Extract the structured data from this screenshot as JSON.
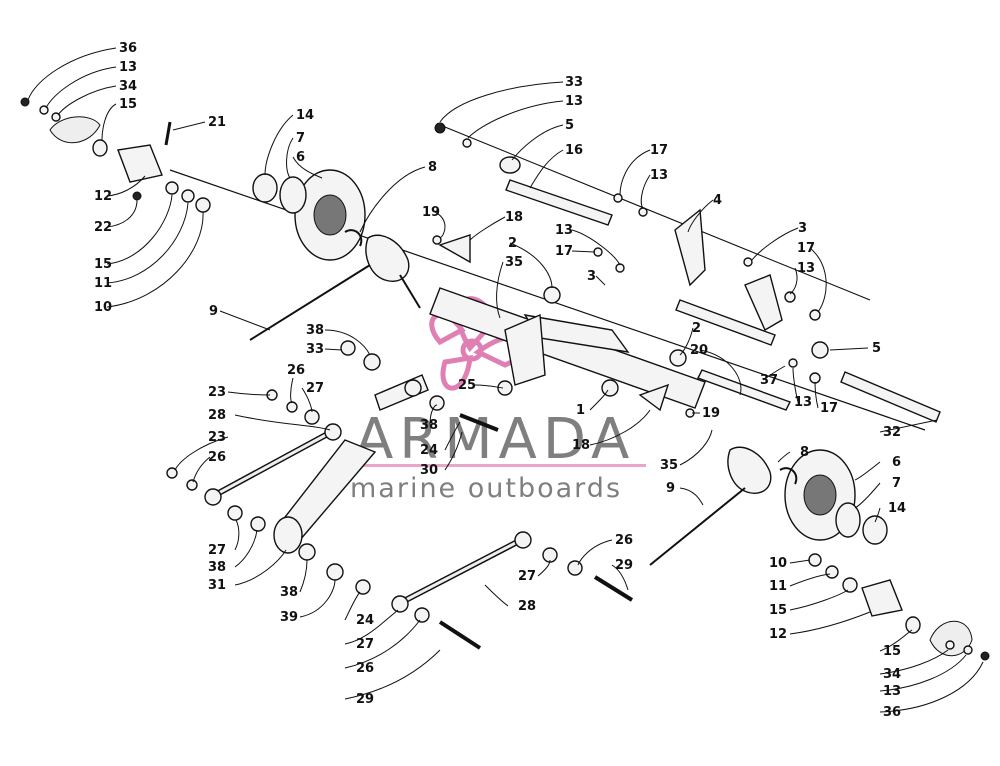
{
  "watermark": {
    "brand": "ARMADA",
    "tagline": "marine outboards",
    "logo_icon": "propeller-logo-icon",
    "logo_color": "#e07fb4"
  },
  "callouts": [
    {
      "id": "c36a",
      "text": "36"
    },
    {
      "id": "c13a",
      "text": "13"
    },
    {
      "id": "c34a",
      "text": "34"
    },
    {
      "id": "c15a",
      "text": "15"
    },
    {
      "id": "c21",
      "text": "21"
    },
    {
      "id": "c14a",
      "text": "14"
    },
    {
      "id": "c7a",
      "text": "7"
    },
    {
      "id": "c6a",
      "text": "6"
    },
    {
      "id": "c8a",
      "text": "8"
    },
    {
      "id": "c12a",
      "text": "12"
    },
    {
      "id": "c22",
      "text": "22"
    },
    {
      "id": "c15b",
      "text": "15"
    },
    {
      "id": "c11a",
      "text": "11"
    },
    {
      "id": "c10a",
      "text": "10"
    },
    {
      "id": "c9a",
      "text": "9"
    },
    {
      "id": "c33a",
      "text": "33"
    },
    {
      "id": "c13b",
      "text": "13"
    },
    {
      "id": "c5a",
      "text": "5"
    },
    {
      "id": "c16",
      "text": "16"
    },
    {
      "id": "c17a",
      "text": "17"
    },
    {
      "id": "c13c",
      "text": "13"
    },
    {
      "id": "c4",
      "text": "4"
    },
    {
      "id": "c19a",
      "text": "19"
    },
    {
      "id": "c18a",
      "text": "18"
    },
    {
      "id": "c13d",
      "text": "13"
    },
    {
      "id": "c2a",
      "text": "2"
    },
    {
      "id": "c35a",
      "text": "35"
    },
    {
      "id": "c17b",
      "text": "17"
    },
    {
      "id": "c3a",
      "text": "3"
    },
    {
      "id": "c3b",
      "text": "3"
    },
    {
      "id": "c17c",
      "text": "17"
    },
    {
      "id": "c13e",
      "text": "13"
    },
    {
      "id": "c38a",
      "text": "38"
    },
    {
      "id": "c33b",
      "text": "33"
    },
    {
      "id": "c2b",
      "text": "2"
    },
    {
      "id": "c20",
      "text": "20"
    },
    {
      "id": "c5b",
      "text": "5"
    },
    {
      "id": "c37",
      "text": "37"
    },
    {
      "id": "c26a",
      "text": "26"
    },
    {
      "id": "c27a",
      "text": "27"
    },
    {
      "id": "c23a",
      "text": "23"
    },
    {
      "id": "c25",
      "text": "25"
    },
    {
      "id": "c1",
      "text": "1"
    },
    {
      "id": "c13f",
      "text": "13"
    },
    {
      "id": "c17d",
      "text": "17"
    },
    {
      "id": "c28a",
      "text": "28"
    },
    {
      "id": "c38b",
      "text": "38"
    },
    {
      "id": "c19b",
      "text": "19"
    },
    {
      "id": "c23b",
      "text": "23"
    },
    {
      "id": "c24a",
      "text": "24"
    },
    {
      "id": "c18b",
      "text": "18"
    },
    {
      "id": "c32",
      "text": "32"
    },
    {
      "id": "c26b",
      "text": "26"
    },
    {
      "id": "c30",
      "text": "30"
    },
    {
      "id": "c35b",
      "text": "35"
    },
    {
      "id": "c8b",
      "text": "8"
    },
    {
      "id": "c6b",
      "text": "6"
    },
    {
      "id": "c9b",
      "text": "9"
    },
    {
      "id": "c7b",
      "text": "7"
    },
    {
      "id": "c27b",
      "text": "27"
    },
    {
      "id": "c14b",
      "text": "14"
    },
    {
      "id": "c38c",
      "text": "38"
    },
    {
      "id": "c31",
      "text": "31"
    },
    {
      "id": "c26c",
      "text": "26"
    },
    {
      "id": "c29a",
      "text": "29"
    },
    {
      "id": "c10b",
      "text": "10"
    },
    {
      "id": "c27c",
      "text": "27"
    },
    {
      "id": "c11b",
      "text": "11"
    },
    {
      "id": "c38d",
      "text": "38"
    },
    {
      "id": "c39",
      "text": "39"
    },
    {
      "id": "c15c",
      "text": "15"
    },
    {
      "id": "c28b",
      "text": "28"
    },
    {
      "id": "c24b",
      "text": "24"
    },
    {
      "id": "c12b",
      "text": "12"
    },
    {
      "id": "c27d",
      "text": "27"
    },
    {
      "id": "c15d",
      "text": "15"
    },
    {
      "id": "c34b",
      "text": "34"
    },
    {
      "id": "c26d",
      "text": "26"
    },
    {
      "id": "c13g",
      "text": "13"
    },
    {
      "id": "c29b",
      "text": "29"
    },
    {
      "id": "c36b",
      "text": "36"
    }
  ]
}
